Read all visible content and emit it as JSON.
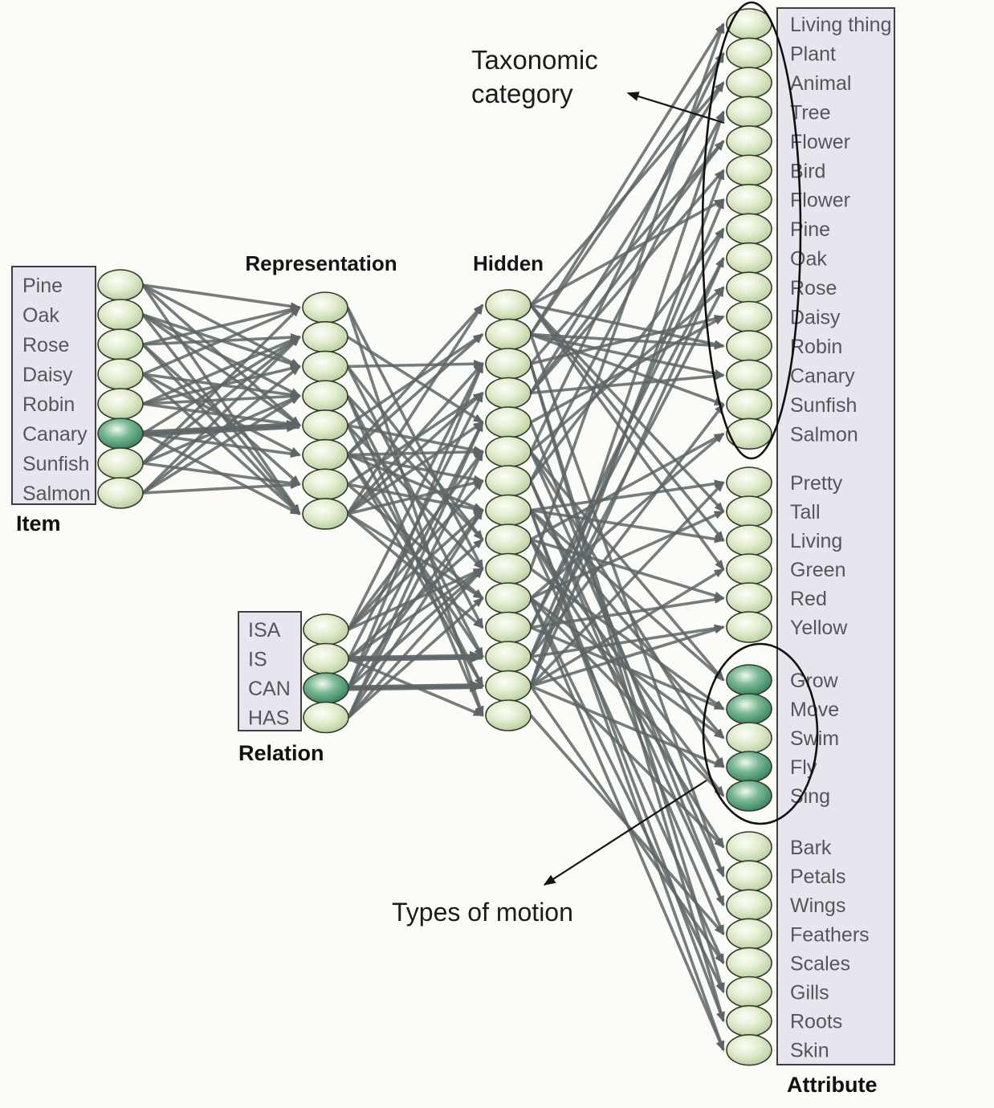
{
  "diagram": {
    "annotations": {
      "taxonomic_line1": "Taxonomic",
      "taxonomic_line2": "category",
      "types_of_motion": "Types of motion"
    },
    "layers": {
      "item": {
        "caption": "Item",
        "labels": [
          "Pine",
          "Oak",
          "Rose",
          "Daisy",
          "Robin",
          "Canary",
          "Sunfish",
          "Salmon"
        ],
        "active_index": 5
      },
      "representation": {
        "header": "Representation",
        "node_count": 8
      },
      "relation": {
        "caption": "Relation",
        "labels": [
          "ISA",
          "IS",
          "CAN",
          "HAS"
        ],
        "active_index": 2
      },
      "hidden": {
        "header": "Hidden",
        "node_count": 15
      },
      "attribute": {
        "caption": "Attribute",
        "groups": [
          {
            "name": "taxonomic-category",
            "labels": [
              "Living thing",
              "Plant",
              "Animal",
              "Tree",
              "Flower",
              "Bird",
              "Flower",
              "Pine",
              "Oak",
              "Rose",
              "Daisy",
              "Robin",
              "Canary",
              "Sunfish",
              "Salmon"
            ],
            "active": []
          },
          {
            "name": "qualities",
            "labels": [
              "Pretty",
              "Tall",
              "Living",
              "Green",
              "Red",
              "Yellow"
            ],
            "active": []
          },
          {
            "name": "types-of-motion",
            "labels": [
              "Grow",
              "Move",
              "Swim",
              "Fly",
              "Sing"
            ],
            "active": [
              0,
              1,
              3,
              4
            ]
          },
          {
            "name": "parts",
            "labels": [
              "Bark",
              "Petals",
              "Wings",
              "Feathers",
              "Scales",
              "Gills",
              "Roots",
              "Skin"
            ],
            "active": []
          }
        ]
      }
    },
    "colors": {
      "background": "#fbfbf8",
      "node_light_edge": "#adc892",
      "node_light_center": "#fcfef7",
      "node_dark_edge": "#1e7550",
      "node_dark_center": "#f0f8f1",
      "node_outline": "#333a2c",
      "arrow": "#5d6566",
      "box_fill": "#e9e5ee",
      "box_border": "#3f3f3f",
      "label_text": "#53575a",
      "heading_text": "#141414",
      "annotation_ink": "#101010"
    }
  }
}
